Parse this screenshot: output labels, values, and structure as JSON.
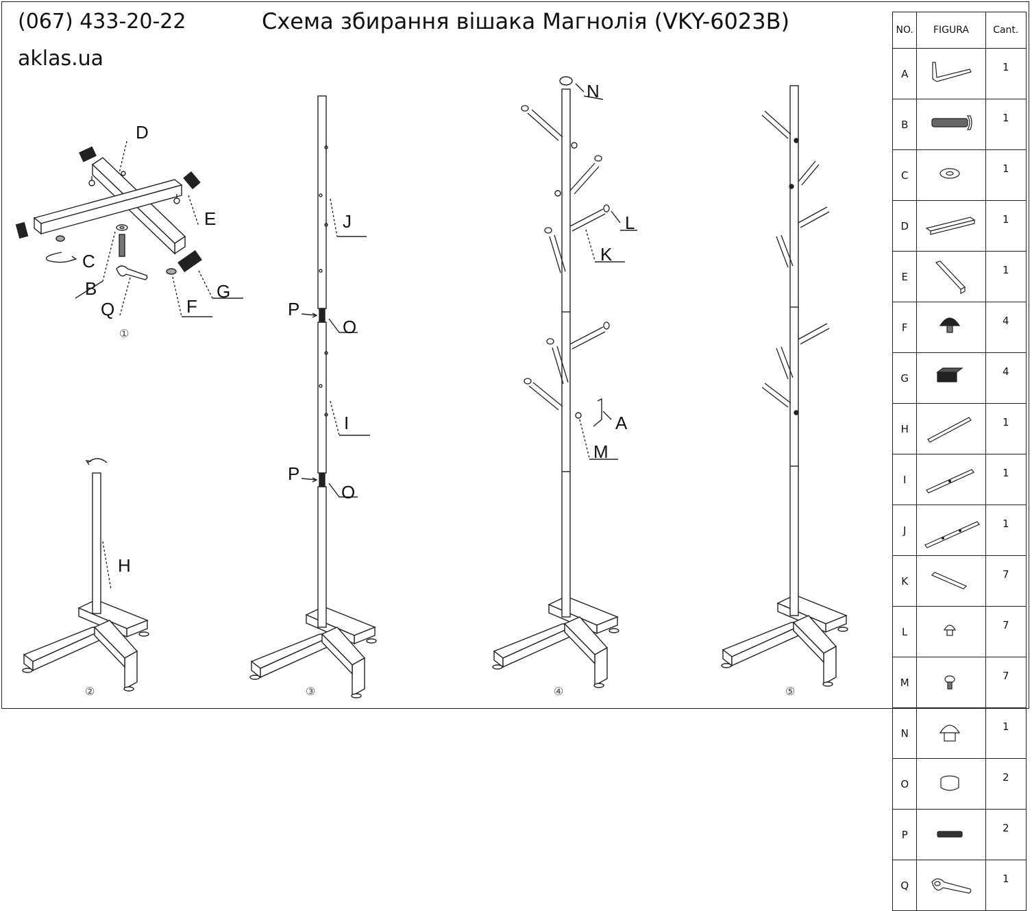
{
  "header": {
    "phone": "(067) 433-20-22",
    "site": "aklas.ua",
    "title": "Схема збирання вішака Магнолія (VKY-6023B)"
  },
  "steps": [
    "①",
    "②",
    "③",
    "④",
    "⑤"
  ],
  "callouts": {
    "step1": [
      "D",
      "E",
      "C",
      "B",
      "Q",
      "F",
      "G"
    ],
    "step2": [
      "H"
    ],
    "step3": [
      "J",
      "P",
      "O",
      "I",
      "P",
      "O"
    ],
    "step4": [
      "N",
      "L",
      "K",
      "A",
      "M"
    ]
  },
  "parts_table": {
    "headers": [
      "NO.",
      "FIGURA",
      "Cant."
    ],
    "rows": [
      {
        "no": "A",
        "figure_icon": "allen-key-icon",
        "qty": "1"
      },
      {
        "no": "B",
        "figure_icon": "bolt-icon",
        "qty": "1"
      },
      {
        "no": "C",
        "figure_icon": "washer-icon",
        "qty": "1"
      },
      {
        "no": "D",
        "figure_icon": "base-bar-icon",
        "qty": "1"
      },
      {
        "no": "E",
        "figure_icon": "base-bar-diagonal-icon",
        "qty": "1"
      },
      {
        "no": "F",
        "figure_icon": "leveling-foot-icon",
        "qty": "4"
      },
      {
        "no": "G",
        "figure_icon": "end-cap-icon",
        "qty": "4"
      },
      {
        "no": "H",
        "figure_icon": "pole-bottom-icon",
        "qty": "1"
      },
      {
        "no": "I",
        "figure_icon": "pole-middle-icon",
        "qty": "1"
      },
      {
        "no": "J",
        "figure_icon": "pole-top-icon",
        "qty": "1"
      },
      {
        "no": "K",
        "figure_icon": "hook-arm-icon",
        "qty": "7"
      },
      {
        "no": "L",
        "figure_icon": "hook-cap-icon",
        "qty": "7"
      },
      {
        "no": "M",
        "figure_icon": "hook-screw-icon",
        "qty": "7"
      },
      {
        "no": "N",
        "figure_icon": "top-cap-icon",
        "qty": "1"
      },
      {
        "no": "O",
        "figure_icon": "ring-icon",
        "qty": "2"
      },
      {
        "no": "P",
        "figure_icon": "dowel-screw-icon",
        "qty": "2"
      },
      {
        "no": "Q",
        "figure_icon": "wrench-icon",
        "qty": "1"
      }
    ]
  }
}
